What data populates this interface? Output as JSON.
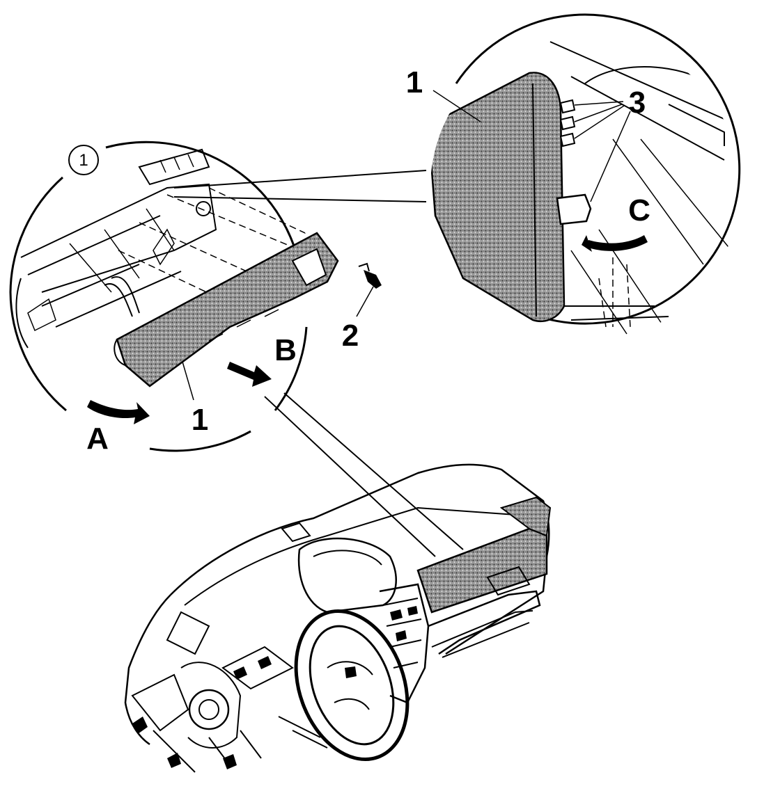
{
  "figure": {
    "detail_marker": "1",
    "callouts": {
      "part_1_left": "1",
      "part_1_right": "1",
      "part_2": "2",
      "part_3": "3",
      "arrow_a": "A",
      "arrow_b": "B",
      "arrow_c": "C"
    }
  },
  "colors": {
    "ink": "#000000",
    "paper": "#ffffff",
    "shade": "#8a8a8a"
  }
}
